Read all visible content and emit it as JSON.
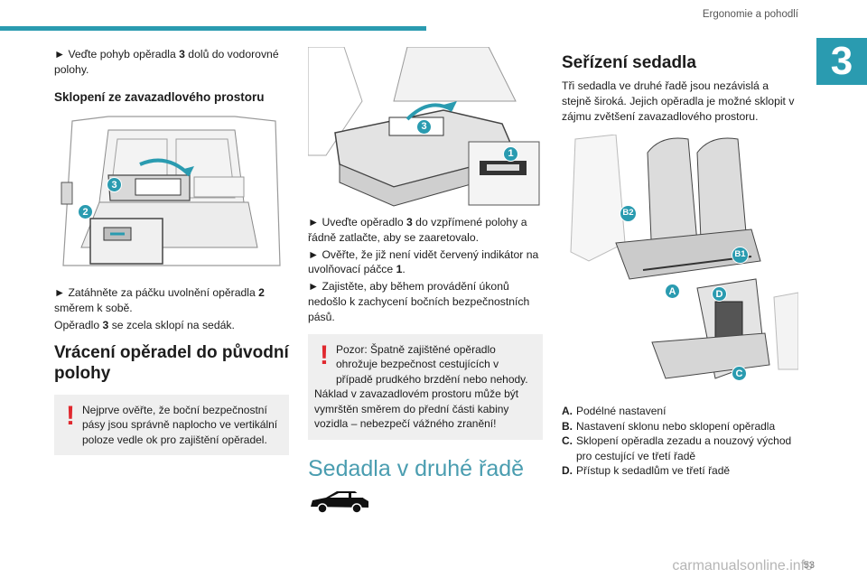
{
  "header": {
    "title": "Ergonomie a pohodlí",
    "chapter": "3",
    "page_number": "53"
  },
  "col1": {
    "bullet1_prefix": "► Veďte pohyb opěradla ",
    "bullet1_num": "3",
    "bullet1_suffix": " dolů do vodorovné polohy.",
    "sub_heading": "Sklopení ze zavazadlového prostoru",
    "bullet2_prefix": "► Zatáhněte za páčku uvolnění opěradla ",
    "bullet2_num": "2",
    "bullet2_suffix": " směrem k sobě.",
    "line3_prefix": "Opěradlo ",
    "line3_num": "3",
    "line3_suffix": " se zcela sklopí na sedák.",
    "section_heading": "Vrácení opěradel do původní polohy",
    "warning": "Nejprve ověřte, že boční bezpečnostní pásy jsou správně naplocho ve vertikální poloze vedle ok pro zajištění opěradel.",
    "markers": [
      "3",
      "2"
    ]
  },
  "col2": {
    "markers": [
      "3",
      "1"
    ],
    "bullet1_prefix": "► Uveďte opěradlo ",
    "bullet1_num": "3",
    "bullet1_suffix": " do vzpřímené polohy a řádně zatlačte, aby se zaaretovalo.",
    "bullet2_prefix": "► Ověřte, že již není vidět červený indikátor na uvolňovací páčce ",
    "bullet2_num": "1",
    "bullet2_suffix": ".",
    "bullet3": "► Zajistěte, aby během provádění úkonů nedošlo k zachycení bočních bezpečnostních pásů.",
    "warning": "Pozor: Špatně zajištěné opěradlo ohrožuje bezpečnost cestujících v případě prudkého brzdění nebo nehody. Náklad v zavazadlovém prostoru může být vymrštěn směrem do přední části kabiny vozidla – nebezpečí vážného zranění!",
    "section_heading": "Sedadla v druhé řadě"
  },
  "col3": {
    "section_heading": "Seřízení sedadla",
    "intro": "Tři sedadla ve druhé řadě jsou nezávislá a stejně široká. Jejich opěradla je možné sklopit v zájmu zvětšení zavazadlového prostoru.",
    "markers": [
      "B2",
      "B1",
      "A",
      "D",
      "C"
    ],
    "legend": [
      {
        "key": "A.",
        "text": "Podélné nastavení"
      },
      {
        "key": "B.",
        "text": "Nastavení sklonu nebo sklopení opěradla"
      },
      {
        "key": "C.",
        "text": "Sklopení opěradla zezadu a nouzový východ pro cestující ve třetí řadě"
      },
      {
        "key": "D.",
        "text": "Přístup k sedadlům ve třetí řadě"
      }
    ]
  },
  "watermark": "carmanualsonline.info",
  "colors": {
    "accent": "#2a9bb0",
    "warning": "#e0282e",
    "warning_bg": "#efefef"
  }
}
